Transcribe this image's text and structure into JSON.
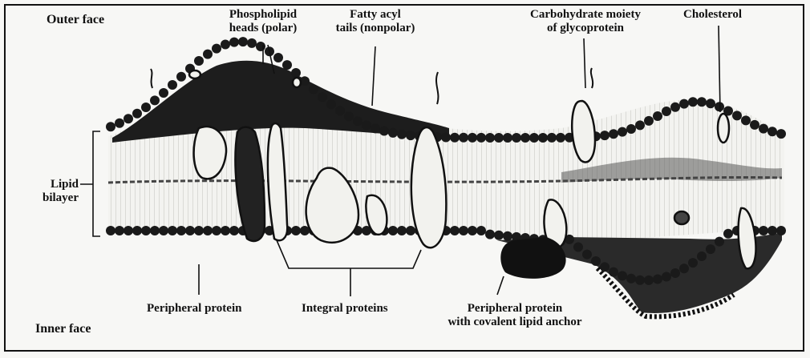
{
  "labels": {
    "outer_face": "Outer face",
    "inner_face": "Inner face",
    "phospholipid_heads": [
      "Phospholipid",
      "heads (polar)"
    ],
    "fatty_acyl_tails": [
      "Fatty acyl",
      "tails (nonpolar)"
    ],
    "carbohydrate_moiety": [
      "Carbohydrate moiety",
      "of glycoprotein"
    ],
    "cholesterol": "Cholesterol",
    "lipid_bilayer": [
      "Lipid",
      "bilayer"
    ],
    "peripheral_protein": "Peripheral protein",
    "integral_proteins": "Integral proteins",
    "peripheral_protein_anchor": [
      "Peripheral protein",
      "with covalent lipid anchor"
    ]
  },
  "colors": {
    "ink": "#111111",
    "background": "#f7f7f5",
    "protein_fill": "#f2f2ee",
    "head_fill": "#1a1a1a"
  }
}
